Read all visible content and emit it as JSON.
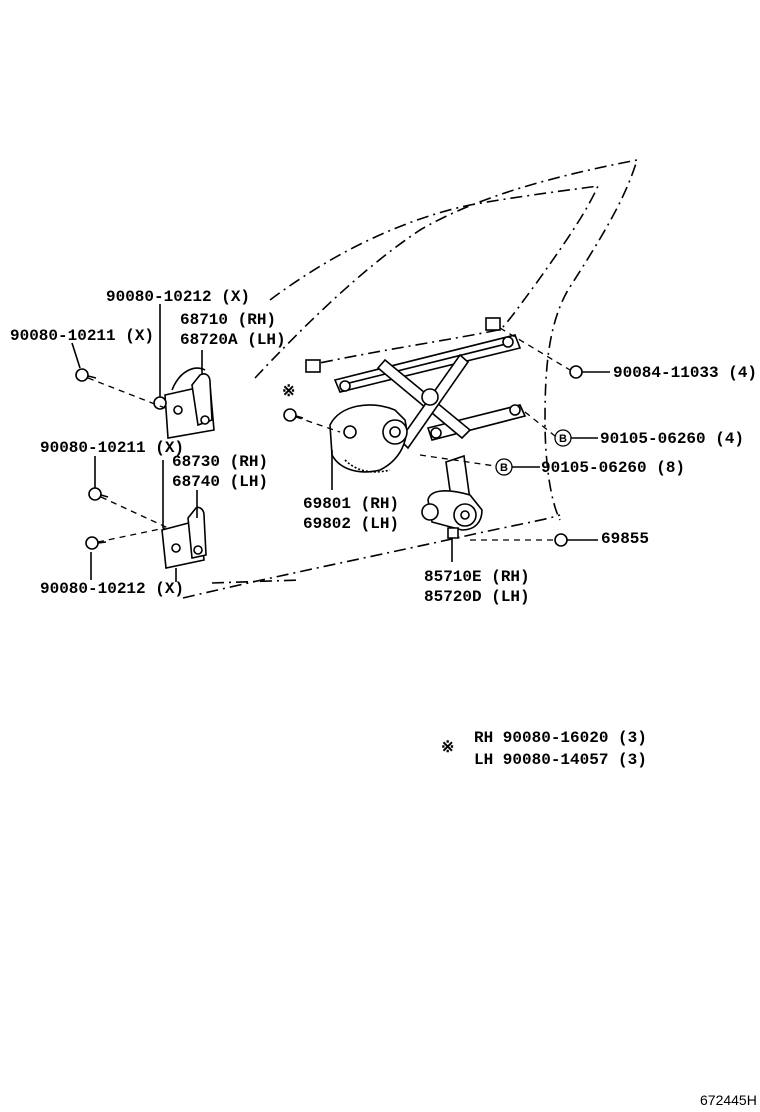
{
  "labels": {
    "bolt_hinge_upper_top": "90080-10212 (X)",
    "bolt_hinge_upper_left": "90080-10211 (X)",
    "hinge_upper_rh": "68710 (RH)",
    "hinge_upper_lh": "68720A (LH)",
    "bolt_hinge_lower_top": "90080-10211 (X)",
    "hinge_lower_rh": "68730 (RH)",
    "hinge_lower_lh": "68740 (LH)",
    "bolt_hinge_lower_bottom": "90080-10212 (X)",
    "bolt_regulator_top": "90084-11033 (4)",
    "bolt_b_upper": "90105-06260 (4)",
    "bolt_b_lower": "90105-06260 (8)",
    "regulator_rh": "69801 (RH)",
    "regulator_lh": "69802 (LH)",
    "clip": "69855",
    "motor_rh": "85710E (RH)",
    "motor_lh": "85720D (LH)",
    "b_marker": "B",
    "note_symbol": "※",
    "note_rh": "RH 90080-16020 (3)",
    "note_lh": "LH 90080-14057 (3)",
    "diagram_code": "672445H"
  }
}
